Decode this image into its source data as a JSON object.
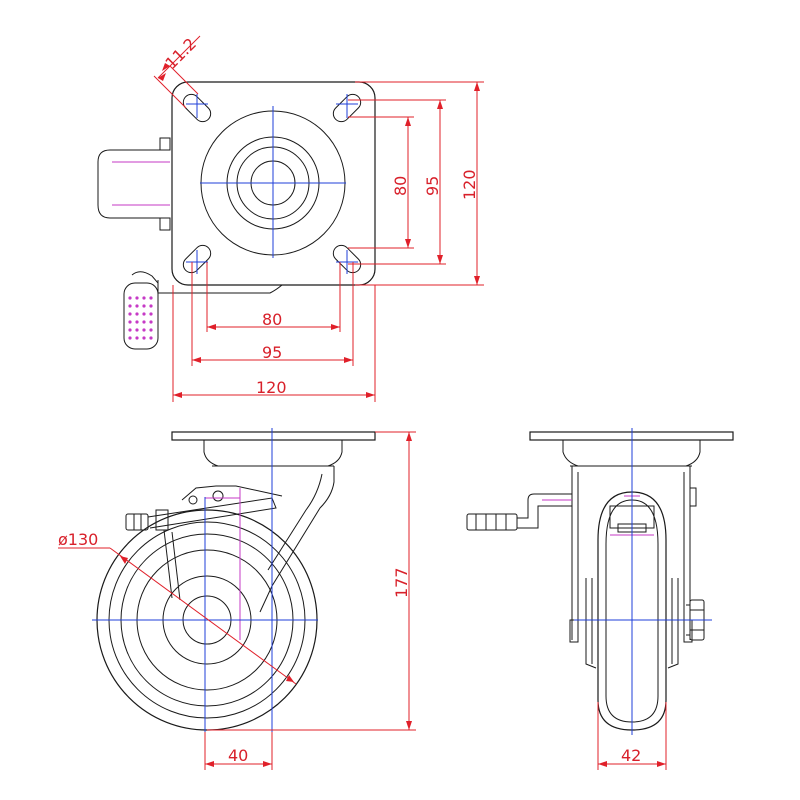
{
  "colors": {
    "outline": "#1a1a1a",
    "centerline": "#1f3fd8",
    "dimension": "#e0202a",
    "accent": "#c63ac6",
    "background": "#ffffff"
  },
  "top_view": {
    "dim_slot": "11.2",
    "dim_hole_v_inner": "80",
    "dim_hole_v_outer": "95",
    "dim_plate_v": "120",
    "dim_hole_h_inner": "80",
    "dim_hole_h_outer": "95",
    "dim_plate_h": "120"
  },
  "side_view": {
    "dim_wheel_diameter": "ø130",
    "dim_height": "177",
    "dim_offset": "40"
  },
  "front_view": {
    "dim_wheel_width": "42"
  }
}
